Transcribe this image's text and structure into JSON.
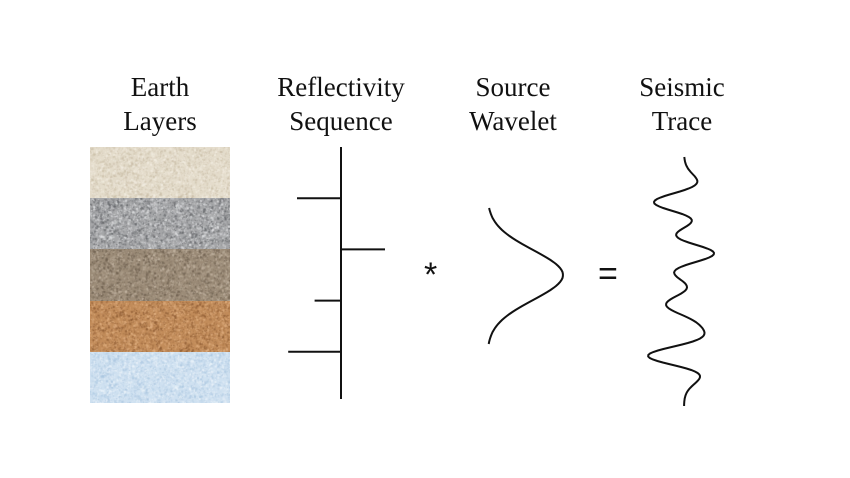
{
  "headings": {
    "earth_layers": [
      "Earth",
      "Layers"
    ],
    "reflectivity_sequence": [
      "Reflectivity",
      "Sequence"
    ],
    "source_wavelet": [
      "Source",
      "Wavelet"
    ],
    "seismic_trace": [
      "Seismic",
      "Trace"
    ]
  },
  "operators": {
    "convolution": "*",
    "equals": "="
  },
  "earth_layers": [
    {
      "name": "cream-sandstone",
      "base": "#e4dccb",
      "speckle_light": "#f4efe4",
      "speckle_dark": "#c9bda6"
    },
    {
      "name": "gray-granite",
      "base": "#a6a7a9",
      "speckle_light": "#e2e3e5",
      "speckle_dark": "#5f6165"
    },
    {
      "name": "brown-shale",
      "base": "#9c8c78",
      "speckle_light": "#c2b4a2",
      "speckle_dark": "#6c5e4e"
    },
    {
      "name": "orange-sandstone",
      "base": "#c28c5a",
      "speckle_light": "#e4b486",
      "speckle_dark": "#8c5a32"
    },
    {
      "name": "light-blue-layer",
      "base": "#cfe1f1",
      "speckle_light": "#eef5fb",
      "speckle_dark": "#aac6e0"
    }
  ],
  "reflectivity_spikes": [
    -1,
    1,
    -0.6,
    -1.2
  ],
  "colors": {
    "line": "#111111",
    "text": "#111111",
    "background": "#ffffff"
  }
}
